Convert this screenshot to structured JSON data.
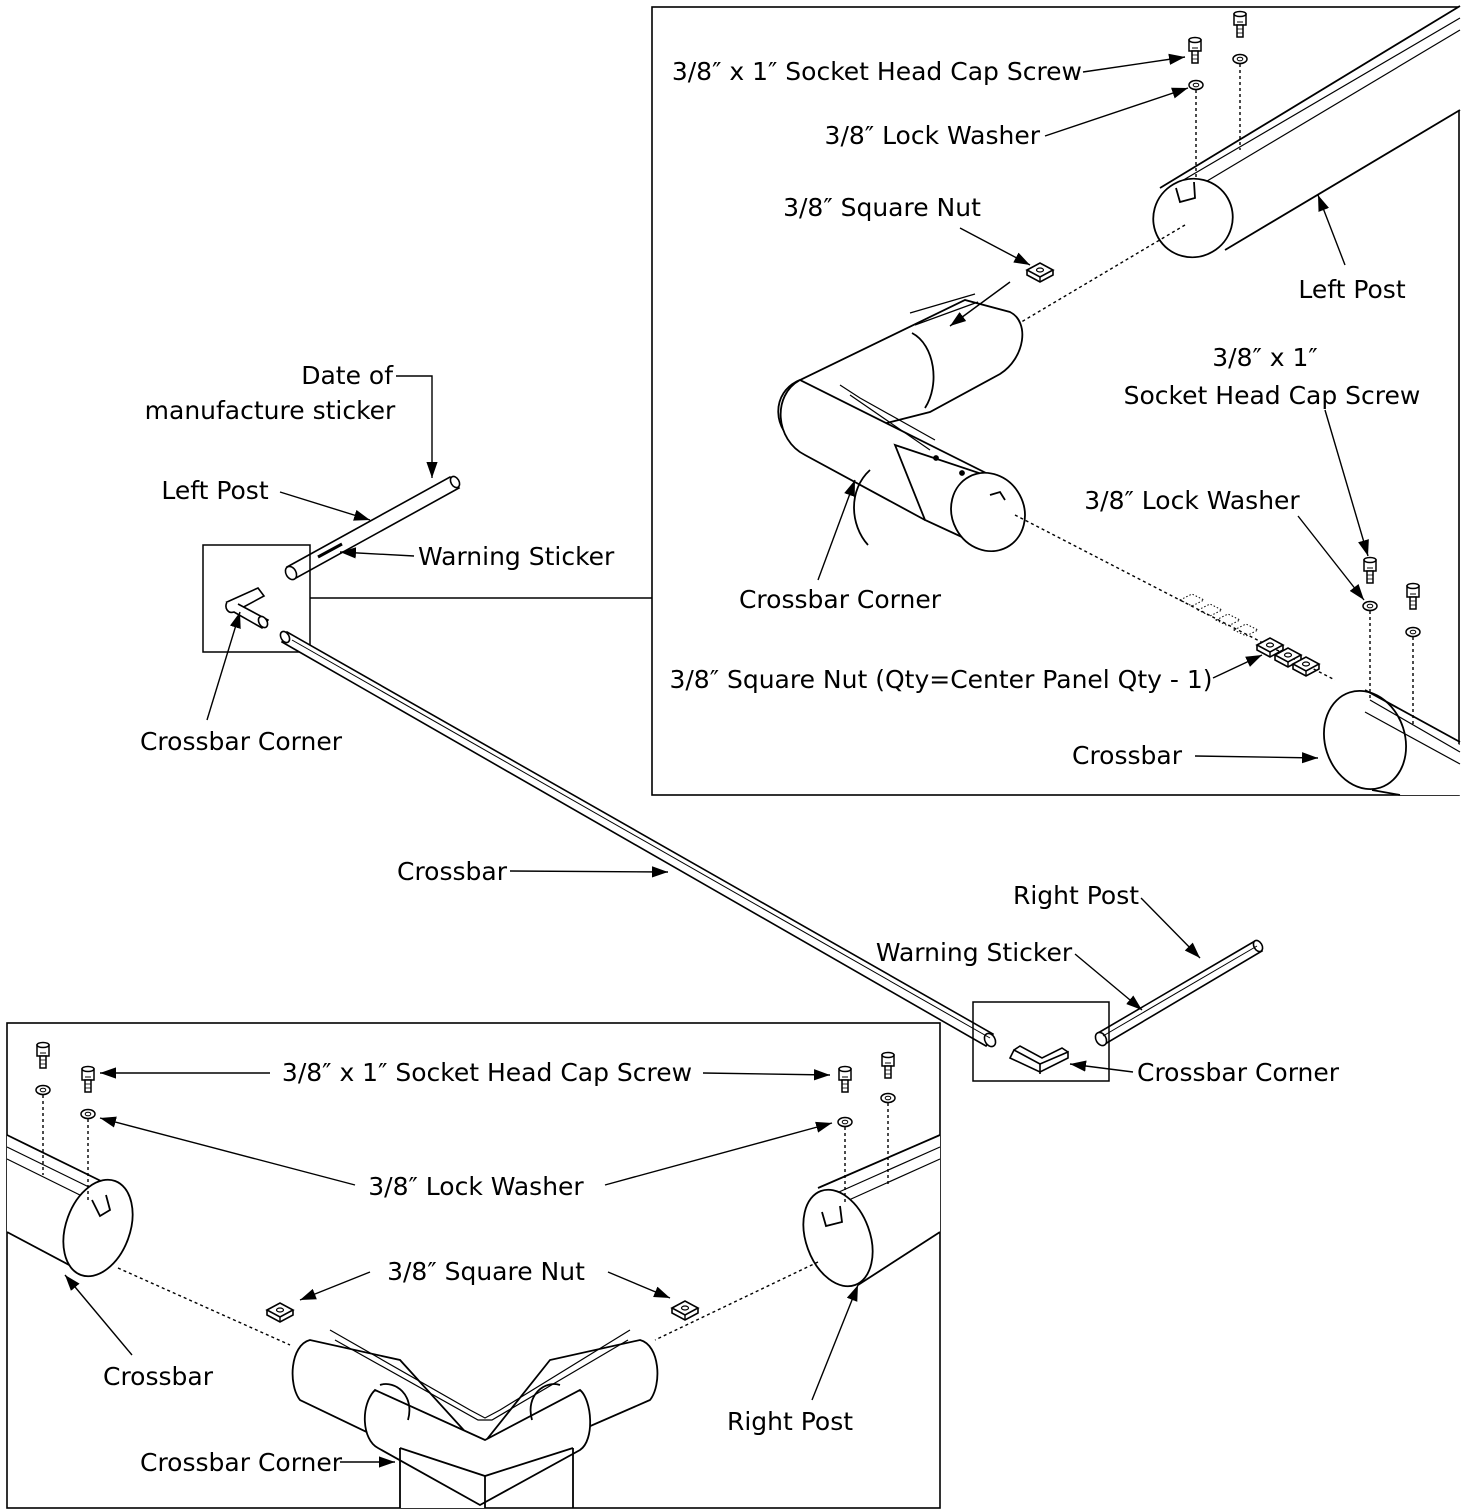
{
  "diagram": {
    "overview": {
      "date_sticker_line1": "Date of",
      "date_sticker_line2": "manufacture sticker",
      "left_post": "Left Post",
      "warning_sticker_left": "Warning Sticker",
      "crossbar_corner_left": "Crossbar Corner",
      "crossbar": "Crossbar",
      "right_post": "Right Post",
      "warning_sticker_right": "Warning Sticker",
      "crossbar_corner_right": "Crossbar Corner"
    },
    "detail_top": {
      "cap_screw_1": "3/8″ x 1″ Socket Head Cap Screw",
      "lock_washer_1": "3/8″ Lock Washer",
      "square_nut_1": "3/8″ Square Nut",
      "left_post": "Left Post",
      "cap_screw_2_line1": "3/8″ x 1″",
      "cap_screw_2_line2": "Socket Head Cap Screw",
      "lock_washer_2": "3/8″ Lock Washer",
      "crossbar_corner": "Crossbar Corner",
      "square_nut_qty": "3/8″ Square Nut (Qty=Center Panel Qty - 1)",
      "crossbar": "Crossbar"
    },
    "detail_bottom": {
      "cap_screw": "3/8″ x 1″ Socket Head Cap Screw",
      "lock_washer": "3/8″ Lock Washer",
      "square_nut": "3/8″  Square Nut",
      "crossbar": "Crossbar",
      "right_post": "Right Post",
      "crossbar_corner": "Crossbar Corner"
    }
  }
}
